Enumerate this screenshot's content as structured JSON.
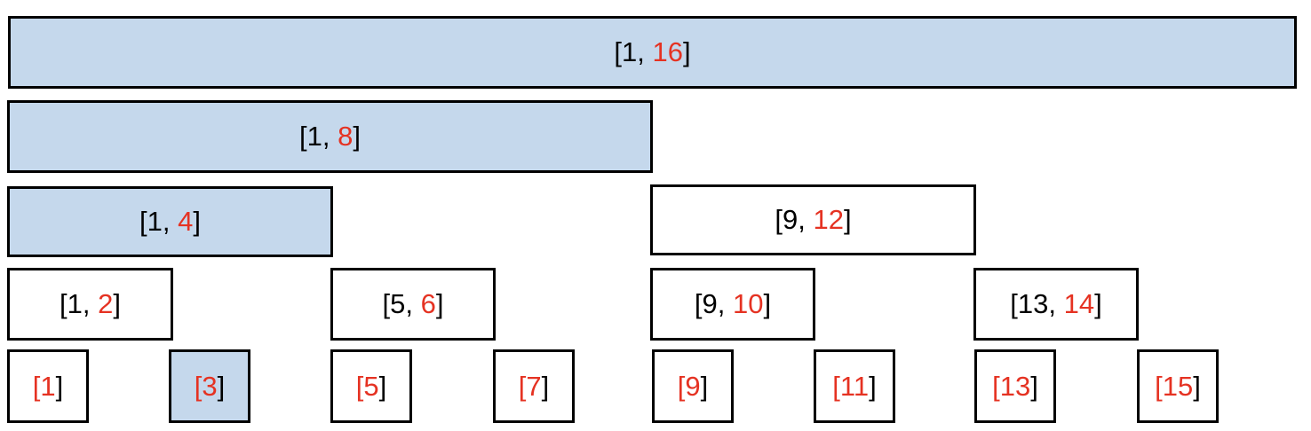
{
  "nodes": [
    {
      "start": "1",
      "end": "16",
      "highlighted": true
    },
    {
      "start": "1",
      "end": "8",
      "highlighted": true
    },
    {
      "start": "1",
      "end": "4",
      "highlighted": true
    },
    {
      "start": "9",
      "end": "12",
      "highlighted": false
    },
    {
      "start": "1",
      "end": "2",
      "highlighted": false
    },
    {
      "start": "5",
      "end": "6",
      "highlighted": false
    },
    {
      "start": "9",
      "end": "10",
      "highlighted": false
    },
    {
      "start": "13",
      "end": "14",
      "highlighted": false
    },
    {
      "end": "1",
      "highlighted": false
    },
    {
      "end": "3",
      "highlighted": true
    },
    {
      "end": "5",
      "highlighted": false
    },
    {
      "end": "7",
      "highlighted": false
    },
    {
      "end": "9",
      "highlighted": false
    },
    {
      "end": "11",
      "highlighted": false
    },
    {
      "end": "13",
      "highlighted": false
    },
    {
      "end": "15",
      "highlighted": false
    }
  ],
  "colors": {
    "highlight_fill": "#c5d8ec",
    "end_value_text": "#e53222",
    "border": "#000000"
  }
}
